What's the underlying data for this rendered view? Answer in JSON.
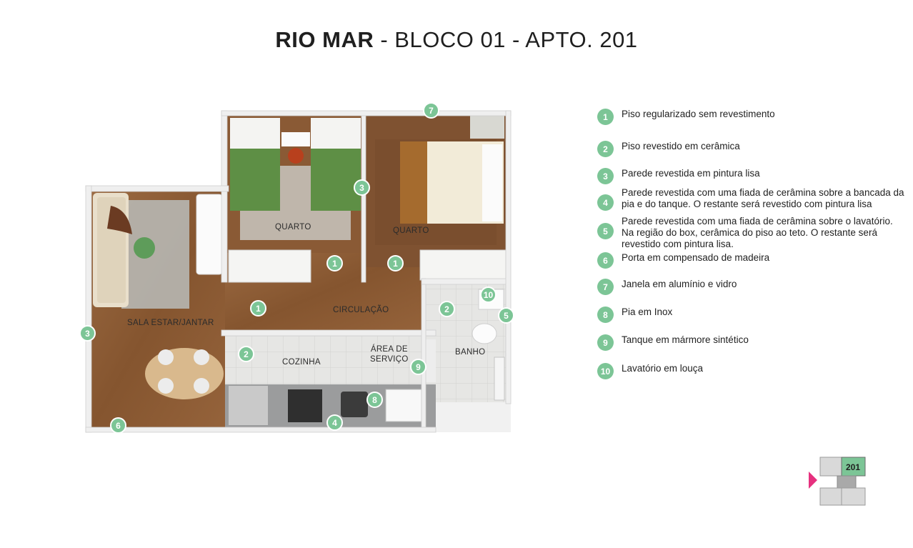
{
  "title": {
    "bold": "RIO MAR",
    "rest": " - BLOCO 01 - APTO. 201"
  },
  "rooms": {
    "quarto_left": "QUARTO",
    "quarto_right": "QUARTO",
    "sala": "SALA ESTAR/JANTAR",
    "circulacao": "CIRCULAÇÃO",
    "cozinha": "COZINHA",
    "area_servico_line1": "ÁREA DE",
    "area_servico_line2": "SERVIÇO",
    "banho": "BANHO"
  },
  "plan_badges": [
    "7",
    "3",
    "1",
    "1",
    "10",
    "5",
    "2",
    "3",
    "1",
    "2",
    "9",
    "8",
    "4",
    "6"
  ],
  "legend": [
    {
      "num": "1",
      "text": "Piso regularizado sem revestimento"
    },
    {
      "num": "2",
      "text": "Piso revestido em cerâmica"
    },
    {
      "num": "3",
      "text": "Parede revestida em pintura lisa"
    },
    {
      "num": "4",
      "text": "Parede revestida com uma fiada de cerâmina sobre a bancada da pia e do tanque. O restante será revestido com pintura lisa"
    },
    {
      "num": "5",
      "text": "Parede revestida com uma fiada de cerâmina sobre o lavatório. Na região do box, cerâmica do piso ao teto. O restante será revestido com pintura lisa."
    },
    {
      "num": "6",
      "text": "Porta em compensado de madeira"
    },
    {
      "num": "7",
      "text": "Janela em alumínio e vidro"
    },
    {
      "num": "8",
      "text": "Pia em Inox"
    },
    {
      "num": "9",
      "text": "Tanque em mármore sintético"
    },
    {
      "num": "10",
      "text": "Lavatório em louça"
    }
  ],
  "keyplan": {
    "unit": "201",
    "accent": "#e6317f",
    "highlight": "#7cc596"
  },
  "colors": {
    "badge": "#7cc596",
    "wood_floor": "#8a5a35",
    "tile_floor": "#e4e4e2",
    "wall": "#f2f2f2"
  }
}
